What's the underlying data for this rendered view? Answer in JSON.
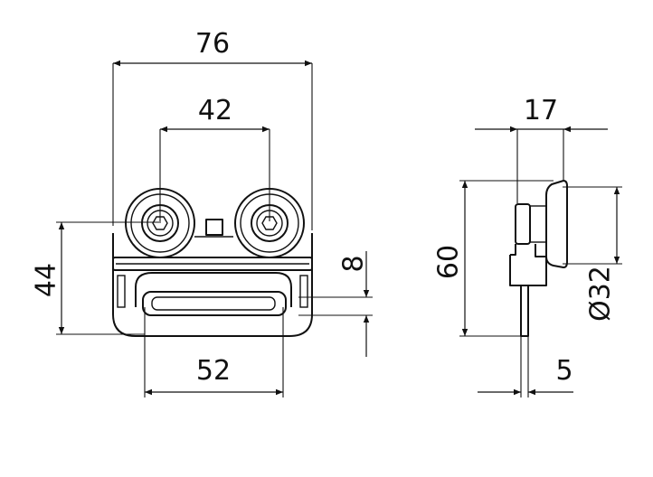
{
  "front_view": {
    "width_overall": "76",
    "wheel_spacing": "42",
    "height": "44",
    "bracket_thickness": "8",
    "base_width": "52"
  },
  "side_view": {
    "depth": "17",
    "height": "60",
    "wheel_diameter": "Ø32",
    "plate_thickness": "5"
  }
}
